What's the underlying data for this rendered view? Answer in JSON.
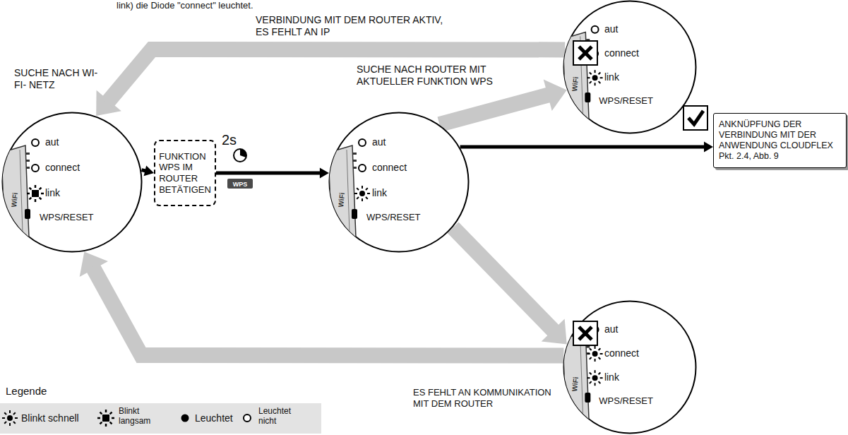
{
  "diagram": {
    "nodes": [
      {
        "text": [
          "SUCHE NACH WI-FI- NETZ",
          "aut",
          "connect",
          "link",
          "WPS/RESET"
        ]
      },
      {
        "text": [
          "FUNKTION WPS IM ROUTER BETÄTIGEN"
        ]
      },
      {
        "text": [
          "SUCHE NACH ROUTER MIT AKTUELLER FUNKTION WPS",
          "aut",
          "connect",
          "link",
          "WPS/RESET"
        ]
      },
      {
        "text": [
          "aut",
          "connect",
          "link",
          "WPS/RESET"
        ]
      },
      {
        "text": [
          "ANKNÜPFUNG DER VERBINDUNG MIT DER ANWENDUNG CLOUDFLEX Pkt. 2.4, Abb. 9"
        ]
      },
      {
        "text": [
          "aut",
          "connect",
          "link",
          "WPS/RESET"
        ]
      }
    ],
    "edges": [
      {
        "from": 0,
        "to": 1,
        "arrow": "to"
      },
      {
        "from": 1,
        "to": 2,
        "arrow": "to",
        "label": "2s"
      },
      {
        "from": 2,
        "to": 3,
        "arrow": "to"
      },
      {
        "from": 2,
        "to": 4,
        "arrow": "to"
      },
      {
        "from": 2,
        "to": 5,
        "arrow": "to"
      },
      {
        "from": 3,
        "to": 0,
        "arrow": "to",
        "label": "VERBINDUNG MIT DEM ROUTER AKTIV, ES FEHLT AN IP"
      },
      {
        "from": 5,
        "to": 0,
        "arrow": "to",
        "label": "ES FEHLT AN KOMMUNIKATION MIT DEM ROUTER"
      }
    ],
    "labels": [
      "link) die Diode \"connect\" leuchtet.",
      "WPS",
      "WiFi",
      "WiFi",
      "WiFi",
      "WiFi",
      "Legende"
    ],
    "legend": [
      {
        "text": "Blinkt schnell"
      },
      {
        "text": "Blinkt langsam"
      },
      {
        "text": "Leuchtet"
      },
      {
        "text": "Leuchtet nicht"
      }
    ]
  }
}
